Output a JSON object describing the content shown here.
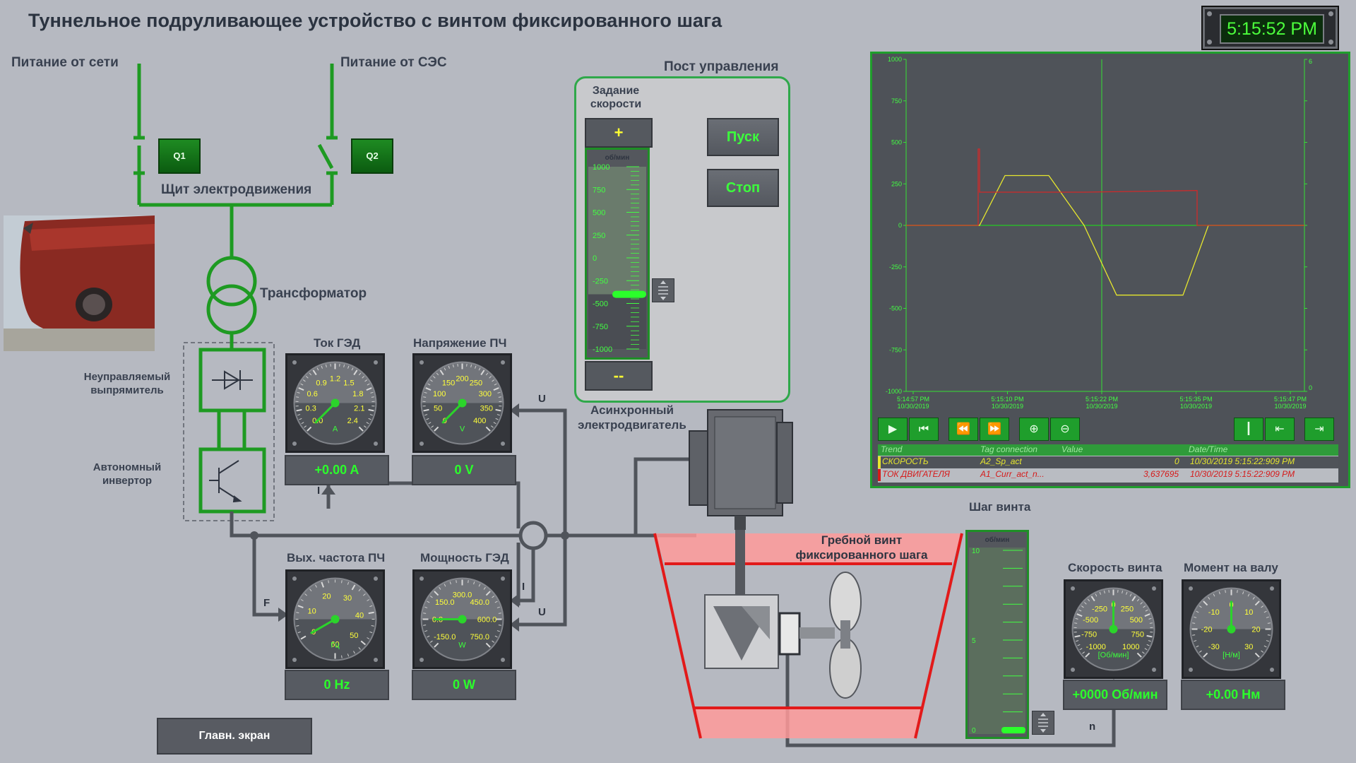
{
  "title": "Туннельное подруливающее устройство с винтом фиксированного шага",
  "clock": "5:15:52 PM",
  "power": {
    "grid_label": "Питание от сети",
    "ses_label": "Питание от СЭС"
  },
  "breakers": {
    "q1": "Q1",
    "q2": "Q2"
  },
  "switchboard_label": "Щит электродвижения",
  "transformer_label": "Трансформатор",
  "rectifier_label": "Неуправляемый выпрямитель",
  "inverter_label": "Автономный инвертор",
  "motor_label": "Асинхронный электродвигатель",
  "propeller_label": "Гребной винт фиксированного шага",
  "wire_labels": {
    "u1": "U",
    "i1": "I",
    "f": "F",
    "i2": "I",
    "u2": "U",
    "n": "n"
  },
  "gauges": {
    "current": {
      "title": "Ток ГЭД",
      "unit": "A",
      "scale": [
        "0.0",
        "0.3",
        "0.6",
        "0.9",
        "1.2",
        "1.5",
        "1.8",
        "2.1",
        "2.4"
      ],
      "readout": "+0.00 A"
    },
    "voltage": {
      "title": "Напряжение ПЧ",
      "unit": "V",
      "scale": [
        "0",
        "50",
        "100",
        "150",
        "200",
        "250",
        "300",
        "350",
        "400"
      ],
      "readout": "0 V"
    },
    "frequency": {
      "title": "Вых. частота ПЧ",
      "unit": "Гц",
      "scale": [
        "0",
        "10",
        "20",
        "30",
        "40",
        "50",
        "60"
      ],
      "readout": "0 Hz"
    },
    "power": {
      "title": "Мощность ГЭД",
      "unit": "W",
      "scale": [
        "-150.0",
        "0.0",
        "150.0",
        "300.0",
        "450.0",
        "600.0",
        "750.0"
      ],
      "readout": "0 W"
    },
    "prop_speed": {
      "title": "Скорость винта",
      "unit": "[Об/мин]",
      "scale": [
        "-1000",
        "-750",
        "-500",
        "-250",
        "0",
        "250",
        "500",
        "750",
        "1000"
      ],
      "readout": "+0000 Об/мин"
    },
    "torque": {
      "title": "Момент на валу",
      "unit": "[Н/м]",
      "scale": [
        "-30",
        "-20",
        "-10",
        "0",
        "10",
        "20",
        "30"
      ],
      "readout": "+0.00 Нм"
    }
  },
  "control_post": {
    "title": "Пост управления",
    "speed_setpoint_label": "Задание скорости",
    "plus_label": "+",
    "minus_label": "--",
    "slider_unit": "об/мин",
    "slider_scale": [
      "1000",
      "750",
      "500",
      "250",
      "0",
      "-250",
      "-500",
      "-750",
      "-1000"
    ],
    "slider_value": "-400",
    "start_label": "Пуск",
    "stop_label": "Стоп"
  },
  "pitch": {
    "title": "Шаг винта",
    "unit": "об/мин",
    "scale_top": "10",
    "scale_mid": "5",
    "scale_bottom": "0"
  },
  "trend": {
    "y_left": [
      "1000",
      "750",
      "500",
      "250",
      "0",
      "-250",
      "-500",
      "-750",
      "-1000"
    ],
    "y_right_top": "6",
    "y_right_bottom": "0",
    "x_times": [
      "5:14:57 PM",
      "5:15:10 PM",
      "5:15:22 PM",
      "5:15:35 PM",
      "5:15:47 PM"
    ],
    "x_date": "10/30/2019",
    "colors": {
      "speed": "#e6e62e",
      "current": "#d02a2a",
      "grid": "#35e035"
    },
    "table_headers": [
      "Trend",
      "Tag connection",
      "Value",
      "Date/Time"
    ],
    "rows": [
      {
        "trend": "СКОРОСТЬ",
        "tag": "A2_Sp_act",
        "value": "0",
        "time": "10/30/2019 5:15:22:909 PM"
      },
      {
        "trend": "ТОК ДВИГАТЕЛЯ",
        "tag": "A1_Curr_act_n...",
        "value": "3,637695",
        "time": "10/30/2019 5:15:22:909 PM"
      }
    ]
  },
  "main_screen_button": "Главн. экран"
}
